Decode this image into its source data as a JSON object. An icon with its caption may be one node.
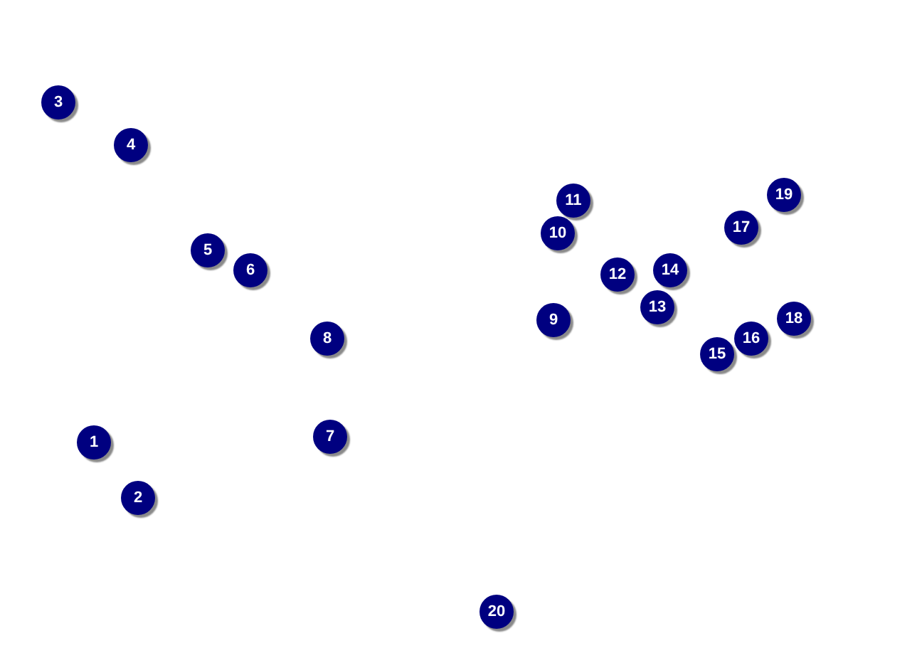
{
  "diagram": {
    "nodes": [
      {
        "text": [
          "1"
        ]
      },
      {
        "text": [
          "2"
        ]
      },
      {
        "text": [
          "3"
        ]
      },
      {
        "text": [
          "4"
        ]
      },
      {
        "text": [
          "5"
        ]
      },
      {
        "text": [
          "6"
        ]
      },
      {
        "text": [
          "7"
        ]
      },
      {
        "text": [
          "8"
        ]
      },
      {
        "text": [
          "9"
        ]
      },
      {
        "text": [
          "10"
        ]
      },
      {
        "text": [
          "11"
        ]
      },
      {
        "text": [
          "12"
        ]
      },
      {
        "text": [
          "13"
        ]
      },
      {
        "text": [
          "14"
        ]
      },
      {
        "text": [
          "15"
        ]
      },
      {
        "text": [
          "16"
        ]
      },
      {
        "text": [
          "17"
        ]
      },
      {
        "text": [
          "18"
        ]
      },
      {
        "text": [
          "19"
        ]
      },
      {
        "text": [
          "20"
        ]
      }
    ]
  }
}
